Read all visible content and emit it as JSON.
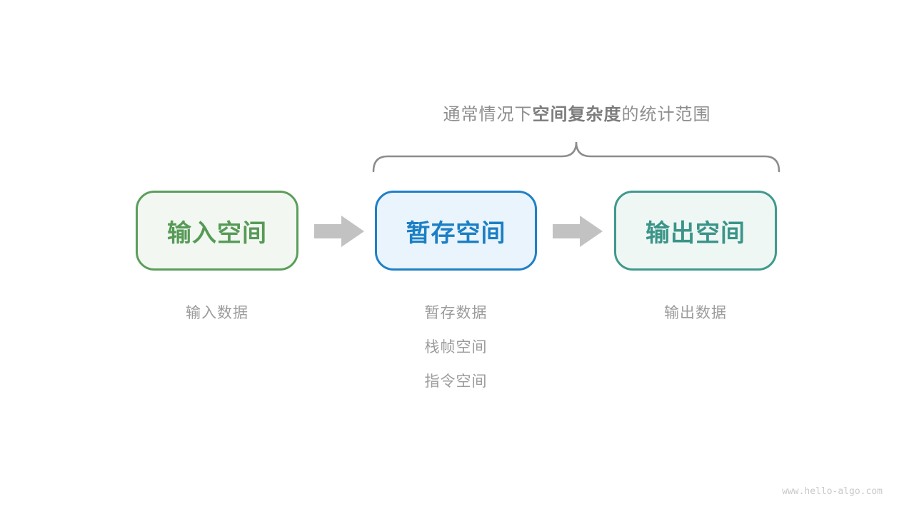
{
  "title": {
    "prefix": "通常情况下",
    "bold": "空间复杂度",
    "suffix": "的统计范围"
  },
  "boxes": [
    {
      "label": "输入空间",
      "border_color": "#5b9e5b",
      "fill_color": "#f2f8f1",
      "text_color": "#579a57",
      "notes": [
        "输入数据"
      ]
    },
    {
      "label": "暂存空间",
      "border_color": "#1f80c6",
      "fill_color": "#eaf4fc",
      "text_color": "#1b7fc4",
      "notes": [
        "暂存数据",
        "栈帧空间",
        "指令空间"
      ]
    },
    {
      "label": "输出空间",
      "border_color": "#3f998c",
      "fill_color": "#eff7f5",
      "text_color": "#3b9488",
      "notes": [
        "输出数据"
      ]
    }
  ],
  "colors": {
    "arrow": "#c2c2c2",
    "brace": "#8c8c8c",
    "title_text": "#8e8e8e",
    "note_text": "#9c9c9c",
    "watermark_text": "#c9c9c9"
  },
  "watermark": "www.hello-algo.com"
}
